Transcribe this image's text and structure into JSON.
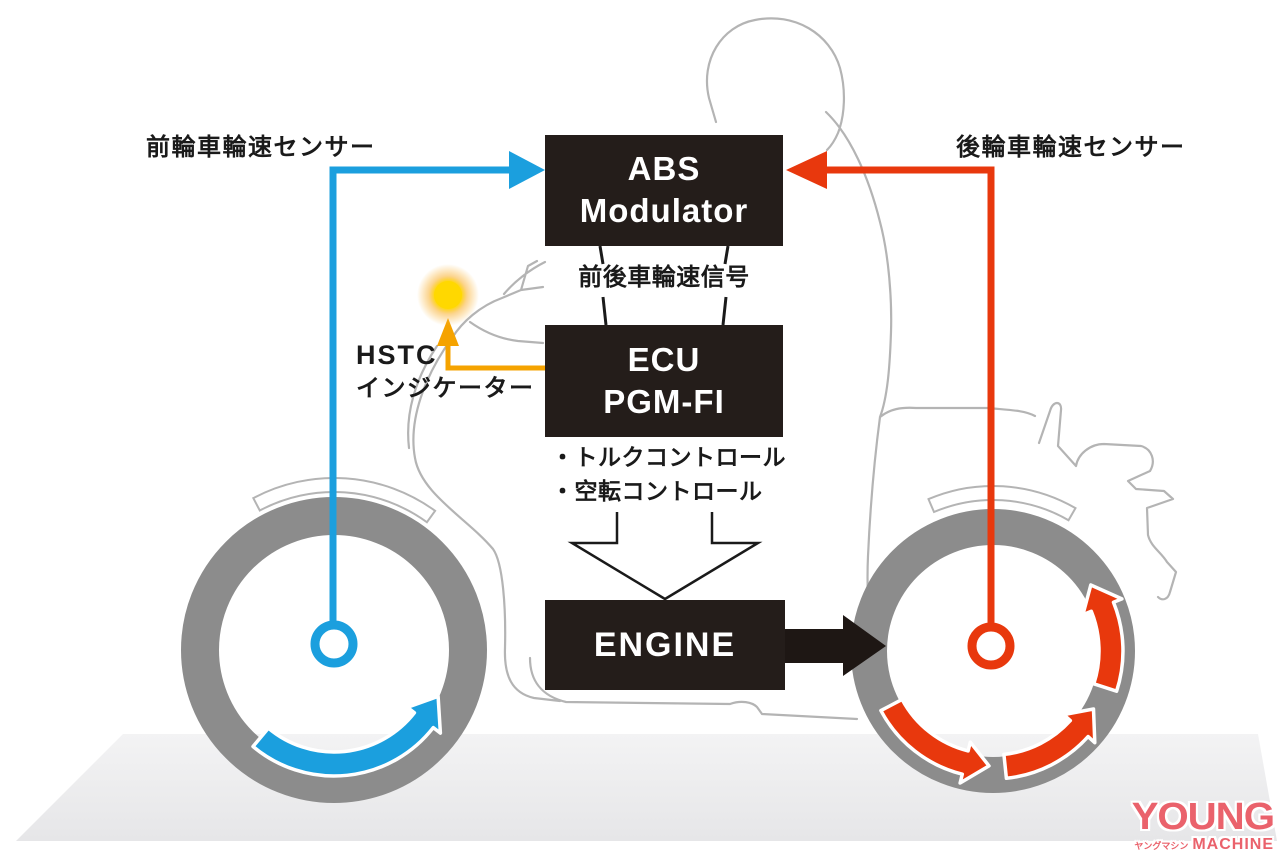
{
  "labels": {
    "front_sensor": "前輪車輪速センサー",
    "rear_sensor": "後輪車輪速センサー",
    "wheel_speed_signal": "前後車輪速信号",
    "hstc": "HSTC",
    "hstc_indicator": "インジケーター",
    "torque_control": "・トルクコントロール",
    "slip_control": "・空転コントロール"
  },
  "boxes": {
    "abs": {
      "line1": "ABS",
      "line2": "Modulator"
    },
    "ecu": {
      "line1": "ECU",
      "line2": "PGM-FI"
    },
    "engine": {
      "label": "ENGINE"
    }
  },
  "logo": {
    "young": "YOUNG",
    "katakana": "ヤングマシン",
    "machine": "MACHINE"
  },
  "colors": {
    "front_sensor_blue": "#1B9FDE",
    "rear_sensor_red": "#E8380D",
    "hstc_orange": "#F5A300",
    "indicator_bright": "#FFE95C",
    "indicator_core": "#FFD800",
    "indicator_glow": "#F9B233",
    "box_black": "#241D1A",
    "arrow_black": "#1E1714",
    "wheel_gray": "#8C8C8C",
    "outline_gray": "#B4B4B4",
    "ground_light": "#F3F3F4",
    "ground_dark": "#E6E6E8",
    "text_black": "#1A1A1A",
    "logo_red": "#EA626C"
  }
}
